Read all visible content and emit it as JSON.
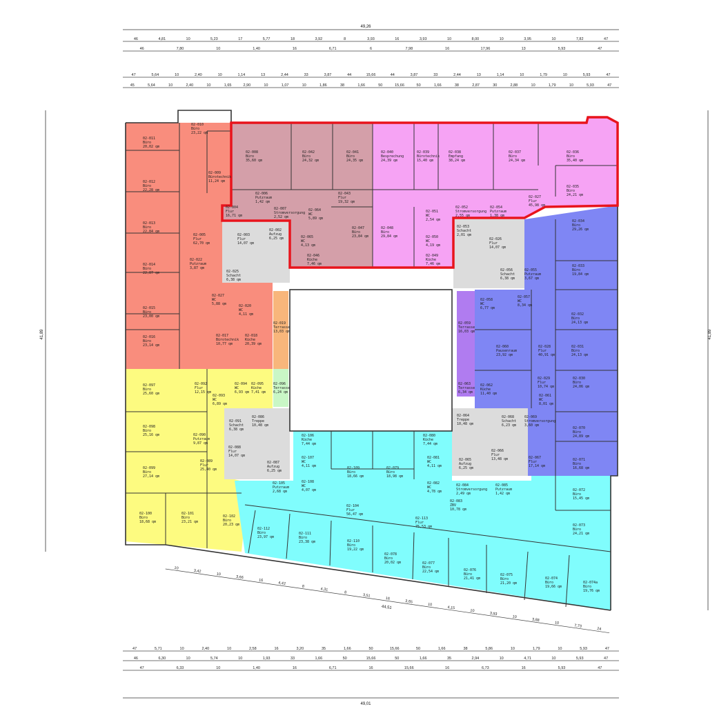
{
  "colors": {
    "red_zone": "#f98d7d",
    "mauve_zone": "#d49fa9",
    "pink_zone": "#f6a3f4",
    "blue_zone": "#7f86f4",
    "cyan_zone": "#80fdfd",
    "yellow_zone": "#fdfb80",
    "grey_zone": "#dcdcdc",
    "orange_terrace": "#f8b67b",
    "green_terrace": "#c9f7c6",
    "purple_terrace": "#b07cf0",
    "highlight": "#e8141c"
  },
  "dimensions": {
    "top_total": "49,26",
    "bottom_total": "49,01",
    "left_total": "41,89",
    "right_total": "41,89",
    "slant_total": "44,51",
    "top_rows": [
      [
        "46",
        "4,81",
        "10",
        "5,23",
        "17",
        "5,77",
        "18",
        "3,92",
        "8",
        "3,93",
        "16",
        "3,93",
        "10",
        "8,00",
        "10",
        "3,95",
        "10",
        "7,82",
        "47"
      ],
      [
        "46",
        "7,80",
        "10",
        "1,40",
        "16",
        "6,71",
        "6",
        "7,98",
        "16",
        "17,96",
        "13",
        "5,93",
        "47"
      ],
      [
        "47",
        "5,64",
        "10",
        "2,40",
        "10",
        "1,14",
        "13",
        "2,44",
        "33",
        "3,87",
        "44",
        "15,66",
        "44",
        "3,87",
        "33",
        "2,44",
        "13",
        "1,14",
        "10",
        "1,79",
        "10",
        "5,93",
        "47"
      ],
      [
        "45",
        "5,64",
        "10",
        "2,40",
        "10",
        "1,65",
        "2,90",
        "10",
        "1,07",
        "10",
        "1,86",
        "38",
        "1,66",
        "50",
        "15,66",
        "50",
        "1,66",
        "38",
        "2,87",
        "30",
        "2,88",
        "10",
        "1,79",
        "10",
        "5,93",
        "47"
      ]
    ],
    "bottom_rows": [
      [
        "47",
        "5,71",
        "10",
        "2,40",
        "10",
        "2,58",
        "16",
        "3,20",
        "35",
        "1,66",
        "50",
        "15,66",
        "50",
        "1,66",
        "38",
        "5,86",
        "10",
        "1,79",
        "10",
        "5,93",
        "47"
      ],
      [
        "46",
        "6,30",
        "10",
        "5,74",
        "10",
        "1,93",
        "33",
        "1,66",
        "50",
        "15,66",
        "50",
        "1,66",
        "35",
        "2,94",
        "10",
        "4,71",
        "10",
        "5,93",
        "47"
      ],
      [
        "47",
        "6,33",
        "10",
        "1,40",
        "16",
        "6,71",
        "16",
        "15,66",
        "16",
        "6,73",
        "16",
        "5,93",
        "47"
      ]
    ],
    "slant_row": [
      "10",
      "3,42",
      "10",
      "3,66",
      "16",
      "4,42",
      "8",
      "4,31",
      "8",
      "3,51",
      "16",
      "3,65",
      "10",
      "4,15",
      "10",
      "3,93",
      "10",
      "3,88",
      "10",
      "7,73",
      "24"
    ]
  },
  "rooms": [
    {
      "id": "02-011",
      "name": "Büro",
      "area": "20,02 qm"
    },
    {
      "id": "02-010",
      "name": "Büro",
      "area": "23,22 qm"
    },
    {
      "id": "02-012",
      "name": "Büro",
      "area": "22,28 qm"
    },
    {
      "id": "02-009",
      "name": "Bürotechnik",
      "area": "11,24 qm"
    },
    {
      "id": "02-008",
      "name": "Büro",
      "area": "35,60 qm"
    },
    {
      "id": "02-042",
      "name": "Büro",
      "area": "24,32 qm"
    },
    {
      "id": "02-041",
      "name": "Büro",
      "area": "24,35 qm"
    },
    {
      "id": "02-006",
      "name": "Putzraum",
      "area": "1,42 qm"
    },
    {
      "id": "02-004",
      "name": "Flur",
      "area": "16,71 qm"
    },
    {
      "id": "02-007",
      "name": "Stromversorgung",
      "area": "2,52 qm"
    },
    {
      "id": "02-064",
      "name": "WC",
      "area": "5,89 qm"
    },
    {
      "id": "02-043",
      "name": "Flur",
      "area": "19,32 qm"
    },
    {
      "id": "02-013",
      "name": "Büro",
      "area": "22,84 qm"
    },
    {
      "id": "02-005",
      "name": "Flur",
      "area": "62,70 qm"
    },
    {
      "id": "02-003",
      "name": "Flur",
      "area": "14,07 qm"
    },
    {
      "id": "02-002",
      "name": "Aufzug",
      "area": "6,25 qm"
    },
    {
      "id": "02-065",
      "name": "WC",
      "area": "4,13 qm"
    },
    {
      "id": "02-047",
      "name": "Büro",
      "area": "23,84 qm"
    },
    {
      "id": "02-046",
      "name": "Küche",
      "area": "7,46 qm"
    },
    {
      "id": "02-014",
      "name": "Büro",
      "area": "22,87 qm"
    },
    {
      "id": "02-022",
      "name": "Putzraum",
      "area": "3,87 qm"
    },
    {
      "id": "02-025",
      "name": "Schacht",
      "area": "6,38 qm"
    },
    {
      "id": "02-040",
      "name": "Besprechung",
      "area": "24,39 qm"
    },
    {
      "id": "02-039",
      "name": "Bürotechnik",
      "area": "15,40 qm"
    },
    {
      "id": "02-038",
      "name": "Empfang",
      "area": "38,24 qm"
    },
    {
      "id": "02-037",
      "name": "Büro",
      "area": "24,34 qm"
    },
    {
      "id": "02-036",
      "name": "Büro",
      "area": "35,40 qm"
    },
    {
      "id": "02-035",
      "name": "Büro",
      "area": "24,21 qm"
    },
    {
      "id": "02-027",
      "name": "Flur",
      "area": "45,98 qm"
    },
    {
      "id": "02-051",
      "name": "WC",
      "area": "2,54 qm"
    },
    {
      "id": "02-052",
      "name": "Stromversorgung",
      "area": "2,55 qm"
    },
    {
      "id": "02-054",
      "name": "Putzraum",
      "area": "1,38 qm"
    },
    {
      "id": "02-048",
      "name": "Büro",
      "area": "29,84 qm"
    },
    {
      "id": "02-050",
      "name": "WC",
      "area": "4,19 qm"
    },
    {
      "id": "02-049",
      "name": "Küche",
      "area": "7,46 qm"
    },
    {
      "id": "02-053",
      "name": "Schacht",
      "area": "2,01 qm"
    },
    {
      "id": "02-026",
      "name": "Flur",
      "area": "14,07 qm"
    },
    {
      "id": "02-034",
      "name": "Büro",
      "area": "29,26 qm"
    },
    {
      "id": "02-033",
      "name": "Büro",
      "area": "19,84 qm"
    },
    {
      "id": "02-056",
      "name": "Schacht",
      "area": "6,38 qm"
    },
    {
      "id": "02-055",
      "name": "Putzraum",
      "area": "3,67 qm"
    },
    {
      "id": "02-058",
      "name": "WC",
      "area": "6,77 qm"
    },
    {
      "id": "02-057",
      "name": "WC",
      "area": "8,34 qm"
    },
    {
      "id": "02-059",
      "name": "Terrasse",
      "area": "16,03 qm"
    },
    {
      "id": "02-032",
      "name": "Büro",
      "area": "24,13 qm"
    },
    {
      "id": "02-060",
      "name": "Pausenraum",
      "area": "23,92 qm"
    },
    {
      "id": "02-028",
      "name": "Flur",
      "area": "40,91 qm"
    },
    {
      "id": "02-031",
      "name": "Büro",
      "area": "24,13 qm"
    },
    {
      "id": "02-062",
      "name": "Küche",
      "area": "11,40 qm"
    },
    {
      "id": "02-063",
      "name": "Terrasse",
      "area": "6,34 qm"
    },
    {
      "id": "02-029",
      "name": "Flur",
      "area": "10,74 qm"
    },
    {
      "id": "02-030",
      "name": "Büro",
      "area": "24,06 qm"
    },
    {
      "id": "02-061",
      "name": "WC",
      "area": "8,01 qm"
    },
    {
      "id": "02-064",
      "name": "Treppe",
      "area": "10,48 qm"
    },
    {
      "id": "02-068",
      "name": "Schacht",
      "area": "6,23 qm"
    },
    {
      "id": "02-069",
      "name": "Stromversorgung",
      "area": "3,60 qm"
    },
    {
      "id": "02-070",
      "name": "Büro",
      "area": "24,89 qm"
    },
    {
      "id": "02-066",
      "name": "Flur",
      "area": "13,48 qm"
    },
    {
      "id": "02-067",
      "name": "Flur",
      "area": "17,14 qm"
    },
    {
      "id": "02-071",
      "name": "Büro",
      "area": "16,68 qm"
    },
    {
      "id": "02-065",
      "name": "Aufzug",
      "area": "6,25 qm"
    },
    {
      "id": "02-015",
      "name": "Büro",
      "area": "23,00 qm"
    },
    {
      "id": "02-027",
      "name": "WC",
      "area": "5,88 qm"
    },
    {
      "id": "02-020",
      "name": "WC",
      "area": "4,11 qm"
    },
    {
      "id": "02-019",
      "name": "Terrasse",
      "area": "13,03 qm"
    },
    {
      "id": "02-016",
      "name": "Büro",
      "area": "23,14 qm"
    },
    {
      "id": "02-017",
      "name": "Bürotechnik",
      "area": "10,77 qm"
    },
    {
      "id": "02-018",
      "name": "Küche",
      "area": "20,39 qm"
    },
    {
      "id": "02-097",
      "name": "Büro",
      "area": "25,60 qm"
    },
    {
      "id": "02-092",
      "name": "Flur",
      "area": "12,15 qm"
    },
    {
      "id": "02-094",
      "name": "WC",
      "area": "6,93 qm"
    },
    {
      "id": "02-095",
      "name": "Küche",
      "area": "7,41 qm"
    },
    {
      "id": "02-096",
      "name": "Terrasse",
      "area": "6,24 qm"
    },
    {
      "id": "02-093",
      "name": "WC",
      "area": "6,89 qm"
    },
    {
      "id": "02-091",
      "name": "Schacht",
      "area": "6,38 qm"
    },
    {
      "id": "02-086",
      "name": "Treppe",
      "area": "10,48 qm"
    },
    {
      "id": "02-098",
      "name": "Büro",
      "area": "25,16 qm"
    },
    {
      "id": "02-090",
      "name": "Putzraum",
      "area": "9,87 qm"
    },
    {
      "id": "02-088",
      "name": "Flur",
      "area": "14,07 qm"
    },
    {
      "id": "02-099",
      "name": "Büro",
      "area": "27,14 qm"
    },
    {
      "id": "02-089",
      "name": "Flur",
      "area": "25,40 qm"
    },
    {
      "id": "02-087",
      "name": "Aufzug",
      "area": "6,25 qm"
    },
    {
      "id": "02-105",
      "name": "Putzraum",
      "area": "2,68 qm"
    },
    {
      "id": "02-100",
      "name": "Büro",
      "area": "18,68 qm"
    },
    {
      "id": "02-101",
      "name": "Büro",
      "area": "23,21 qm"
    },
    {
      "id": "02-102",
      "name": "Büro",
      "area": "20,23 qm"
    },
    {
      "id": "02-106",
      "name": "Küche",
      "area": "7,44 qm"
    },
    {
      "id": "02-107",
      "name": "WC",
      "area": "4,11 qm"
    },
    {
      "id": "02-108",
      "name": "WC",
      "area": "4,07 qm"
    },
    {
      "id": "02-109",
      "name": "Büro",
      "area": "18,66 qm"
    },
    {
      "id": "02-079",
      "name": "Büro",
      "area": "18,98 qm"
    },
    {
      "id": "02-080",
      "name": "Küche",
      "area": "7,44 qm"
    },
    {
      "id": "02-081",
      "name": "WC",
      "area": "4,11 qm"
    },
    {
      "id": "02-082",
      "name": "WC",
      "area": "4,78 qm"
    },
    {
      "id": "02-084",
      "name": "Stromversorgung",
      "area": "2,49 qm"
    },
    {
      "id": "02-085",
      "name": "Putzraum",
      "area": "1,42 qm"
    },
    {
      "id": "02-083",
      "name": "ZBV",
      "area": "10,78 qm"
    },
    {
      "id": "02-104",
      "name": "Flur",
      "area": "56,47 qm"
    },
    {
      "id": "02-113",
      "name": "Flur",
      "area": "75,53 qm"
    },
    {
      "id": "02-072",
      "name": "Büro",
      "area": "15,45 qm"
    },
    {
      "id": "02-073",
      "name": "Büro",
      "area": "24,21 qm"
    },
    {
      "id": "02-112",
      "name": "Büro",
      "area": "23,97 qm"
    },
    {
      "id": "02-111",
      "name": "Büro",
      "area": "23,38 qm"
    },
    {
      "id": "02-110",
      "name": "Büro",
      "area": "19,22 qm"
    },
    {
      "id": "02-078",
      "name": "Büro",
      "area": "20,02 qm"
    },
    {
      "id": "02-077",
      "name": "Büro",
      "area": "22,54 qm"
    },
    {
      "id": "02-076",
      "name": "Büro",
      "area": "21,41 qm"
    },
    {
      "id": "02-075",
      "name": "Büro",
      "area": "21,20 qm"
    },
    {
      "id": "02-074",
      "name": "Büro",
      "area": "19,66 qm"
    },
    {
      "id": "02-074a",
      "name": "Büro",
      "area": "19,76 qm"
    }
  ]
}
